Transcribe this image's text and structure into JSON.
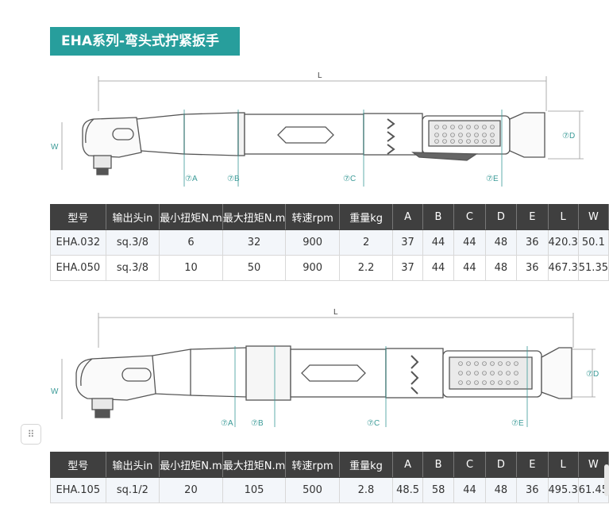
{
  "title": "EHA系列-弯头式拧紧扳手",
  "drawing1": {
    "L": "L",
    "W": "W",
    "A": "⑦A",
    "B": "⑦B",
    "C": "⑦C",
    "D": "⑦D",
    "E": "⑦E"
  },
  "drawing2": {
    "L": "L",
    "W": "W",
    "A": "⑦A",
    "B": "⑦B",
    "C": "⑦C",
    "D": "⑦D",
    "E": "⑦E"
  },
  "table": {
    "headers": [
      "型号",
      "输出头in",
      "最小扭矩N.m",
      "最大扭矩N.m",
      "转速rpm",
      "重量kg",
      "A",
      "B",
      "C",
      "D",
      "E",
      "L",
      "W"
    ],
    "rows1": [
      [
        "EHA.032",
        "sq.3/8",
        "6",
        "32",
        "900",
        "2",
        "37",
        "44",
        "44",
        "48",
        "36",
        "420.3",
        "50.1"
      ],
      [
        "EHA.050",
        "sq.3/8",
        "10",
        "50",
        "900",
        "2.2",
        "37",
        "44",
        "44",
        "48",
        "36",
        "467.3",
        "51.35"
      ]
    ],
    "rows2": [
      [
        "EHA.105",
        "sq.1/2",
        "20",
        "105",
        "500",
        "2.8",
        "48.5",
        "58",
        "44",
        "48",
        "36",
        "495.3",
        "61.45"
      ]
    ]
  },
  "icons": {
    "drag_handle": "drag-grip-icon"
  }
}
